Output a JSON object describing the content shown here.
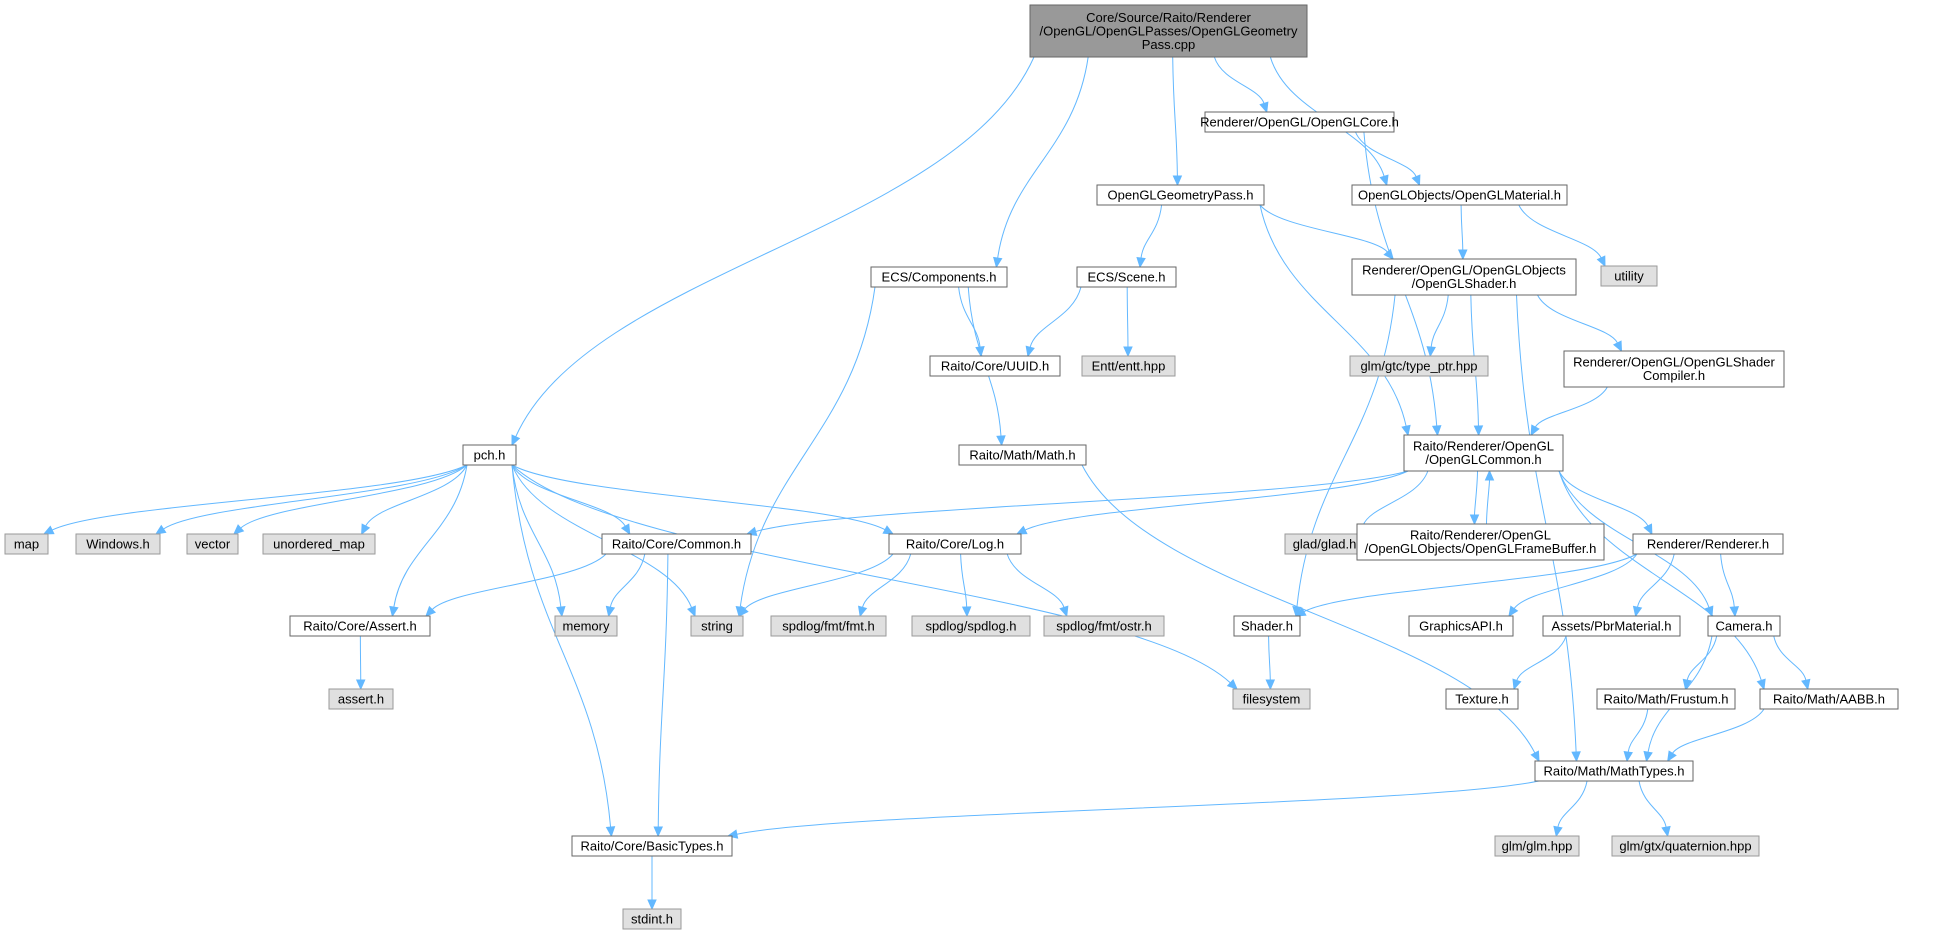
{
  "colors": {
    "edge": "#63b8ff",
    "root_fill": "#999999",
    "file_fill": "#ffffff",
    "external_fill": "#e0e0e0",
    "border": "#666666"
  },
  "nodes": [
    {
      "id": "root",
      "kind": "root",
      "lines": [
        "Core/Source/Raito/Renderer",
        "/OpenGL/OpenGLPasses/OpenGLGeometry",
        "Pass.cpp"
      ]
    },
    {
      "id": "pch",
      "kind": "file",
      "lines": [
        "pch.h"
      ]
    },
    {
      "id": "components",
      "kind": "file",
      "lines": [
        "ECS/Components.h"
      ]
    },
    {
      "id": "geompass",
      "kind": "file",
      "lines": [
        "OpenGLGeometryPass.h"
      ]
    },
    {
      "id": "glcore",
      "kind": "file",
      "lines": [
        "Renderer/OpenGL/OpenGLCore.h"
      ]
    },
    {
      "id": "material",
      "kind": "file",
      "lines": [
        "OpenGLObjects/OpenGLMaterial.h"
      ]
    },
    {
      "id": "utility",
      "kind": "ext",
      "lines": [
        "utility"
      ]
    },
    {
      "id": "scene",
      "kind": "file",
      "lines": [
        "ECS/Scene.h"
      ]
    },
    {
      "id": "shader",
      "kind": "file",
      "lines": [
        "Renderer/OpenGL/OpenGLObjects",
        "/OpenGLShader.h"
      ]
    },
    {
      "id": "uuid",
      "kind": "file",
      "lines": [
        "Raito/Core/UUID.h"
      ]
    },
    {
      "id": "entt",
      "kind": "ext",
      "lines": [
        "Entt/entt.hpp"
      ]
    },
    {
      "id": "typeptr",
      "kind": "ext",
      "lines": [
        "glm/gtc/type_ptr.hpp"
      ]
    },
    {
      "id": "shadercompiler",
      "kind": "file",
      "lines": [
        "Renderer/OpenGL/OpenGLShader",
        "Compiler.h"
      ]
    },
    {
      "id": "math",
      "kind": "file",
      "lines": [
        "Raito/Math/Math.h"
      ]
    },
    {
      "id": "glcommon",
      "kind": "file",
      "lines": [
        "Raito/Renderer/OpenGL",
        "/OpenGLCommon.h"
      ]
    },
    {
      "id": "map",
      "kind": "ext",
      "lines": [
        "map"
      ]
    },
    {
      "id": "windows",
      "kind": "ext",
      "lines": [
        "Windows.h"
      ]
    },
    {
      "id": "vector",
      "kind": "ext",
      "lines": [
        "vector"
      ]
    },
    {
      "id": "unordered_map",
      "kind": "ext",
      "lines": [
        "unordered_map"
      ]
    },
    {
      "id": "common",
      "kind": "file",
      "lines": [
        "Raito/Core/Common.h"
      ]
    },
    {
      "id": "log",
      "kind": "file",
      "lines": [
        "Raito/Core/Log.h"
      ]
    },
    {
      "id": "glad",
      "kind": "ext",
      "lines": [
        "glad/glad.h"
      ]
    },
    {
      "id": "framebuffer",
      "kind": "file",
      "lines": [
        "Raito/Renderer/OpenGL",
        "/OpenGLObjects/OpenGLFrameBuffer.h"
      ]
    },
    {
      "id": "renderer",
      "kind": "file",
      "lines": [
        "Renderer/Renderer.h"
      ]
    },
    {
      "id": "assert",
      "kind": "file",
      "lines": [
        "Raito/Core/Assert.h"
      ]
    },
    {
      "id": "memory",
      "kind": "ext",
      "lines": [
        "memory"
      ]
    },
    {
      "id": "string",
      "kind": "ext",
      "lines": [
        "string"
      ]
    },
    {
      "id": "fmt",
      "kind": "ext",
      "lines": [
        "spdlog/fmt/fmt.h"
      ]
    },
    {
      "id": "spdlog",
      "kind": "ext",
      "lines": [
        "spdlog/spdlog.h"
      ]
    },
    {
      "id": "ostr",
      "kind": "ext",
      "lines": [
        "spdlog/fmt/ostr.h"
      ]
    },
    {
      "id": "shaderh",
      "kind": "file",
      "lines": [
        "Shader.h"
      ]
    },
    {
      "id": "graphicsapi",
      "kind": "file",
      "lines": [
        "GraphicsAPI.h"
      ]
    },
    {
      "id": "pbr",
      "kind": "file",
      "lines": [
        "Assets/PbrMaterial.h"
      ]
    },
    {
      "id": "camera",
      "kind": "file",
      "lines": [
        "Camera.h"
      ]
    },
    {
      "id": "asserth",
      "kind": "ext",
      "lines": [
        "assert.h"
      ]
    },
    {
      "id": "filesystem",
      "kind": "ext",
      "lines": [
        "filesystem"
      ]
    },
    {
      "id": "texture",
      "kind": "file",
      "lines": [
        "Texture.h"
      ]
    },
    {
      "id": "frustum",
      "kind": "file",
      "lines": [
        "Raito/Math/Frustum.h"
      ]
    },
    {
      "id": "aabb",
      "kind": "file",
      "lines": [
        "Raito/Math/AABB.h"
      ]
    },
    {
      "id": "mathtypes",
      "kind": "file",
      "lines": [
        "Raito/Math/MathTypes.h"
      ]
    },
    {
      "id": "basictypes",
      "kind": "file",
      "lines": [
        "Raito/Core/BasicTypes.h"
      ]
    },
    {
      "id": "glmhpp",
      "kind": "ext",
      "lines": [
        "glm/glm.hpp"
      ]
    },
    {
      "id": "quaternion",
      "kind": "ext",
      "lines": [
        "glm/gtx/quaternion.hpp"
      ]
    },
    {
      "id": "stdint",
      "kind": "ext",
      "lines": [
        "stdint.h"
      ]
    }
  ],
  "edges": [
    [
      "root",
      "pch"
    ],
    [
      "root",
      "components"
    ],
    [
      "root",
      "geompass"
    ],
    [
      "root",
      "glcore"
    ],
    [
      "root",
      "material"
    ],
    [
      "glcore",
      "glcommon"
    ],
    [
      "glcore",
      "material"
    ],
    [
      "geompass",
      "scene"
    ],
    [
      "geompass",
      "shader"
    ],
    [
      "geompass",
      "glcommon"
    ],
    [
      "material",
      "shader"
    ],
    [
      "material",
      "utility"
    ],
    [
      "components",
      "uuid"
    ],
    [
      "components",
      "math"
    ],
    [
      "components",
      "string"
    ],
    [
      "scene",
      "uuid"
    ],
    [
      "scene",
      "entt"
    ],
    [
      "shader",
      "typeptr"
    ],
    [
      "shader",
      "shadercompiler"
    ],
    [
      "shader",
      "glcommon"
    ],
    [
      "shader",
      "shaderh"
    ],
    [
      "shader",
      "mathtypes"
    ],
    [
      "shadercompiler",
      "glcommon"
    ],
    [
      "math",
      "mathtypes"
    ],
    [
      "pch",
      "map"
    ],
    [
      "pch",
      "windows"
    ],
    [
      "pch",
      "vector"
    ],
    [
      "pch",
      "unordered_map"
    ],
    [
      "pch",
      "common"
    ],
    [
      "pch",
      "log"
    ],
    [
      "pch",
      "assert"
    ],
    [
      "pch",
      "memory"
    ],
    [
      "pch",
      "string"
    ],
    [
      "pch",
      "filesystem"
    ],
    [
      "pch",
      "basictypes"
    ],
    [
      "glcommon",
      "common"
    ],
    [
      "glcommon",
      "log"
    ],
    [
      "glcommon",
      "glad"
    ],
    [
      "glcommon",
      "framebuffer"
    ],
    [
      "glcommon",
      "renderer"
    ],
    [
      "glcommon",
      "camera"
    ],
    [
      "glcommon",
      "aabb"
    ],
    [
      "framebuffer",
      "glcommon"
    ],
    [
      "common",
      "assert"
    ],
    [
      "common",
      "memory"
    ],
    [
      "common",
      "basictypes"
    ],
    [
      "log",
      "string"
    ],
    [
      "log",
      "fmt"
    ],
    [
      "log",
      "spdlog"
    ],
    [
      "log",
      "ostr"
    ],
    [
      "renderer",
      "shaderh"
    ],
    [
      "renderer",
      "graphicsapi"
    ],
    [
      "renderer",
      "pbr"
    ],
    [
      "renderer",
      "camera"
    ],
    [
      "assert",
      "asserth"
    ],
    [
      "shaderh",
      "filesystem"
    ],
    [
      "pbr",
      "texture"
    ],
    [
      "camera",
      "mathtypes"
    ],
    [
      "camera",
      "frustum"
    ],
    [
      "camera",
      "aabb"
    ],
    [
      "frustum",
      "mathtypes"
    ],
    [
      "aabb",
      "mathtypes"
    ],
    [
      "mathtypes",
      "basictypes"
    ],
    [
      "mathtypes",
      "glmhpp"
    ],
    [
      "mathtypes",
      "quaternion"
    ],
    [
      "basictypes",
      "stdint"
    ]
  ]
}
